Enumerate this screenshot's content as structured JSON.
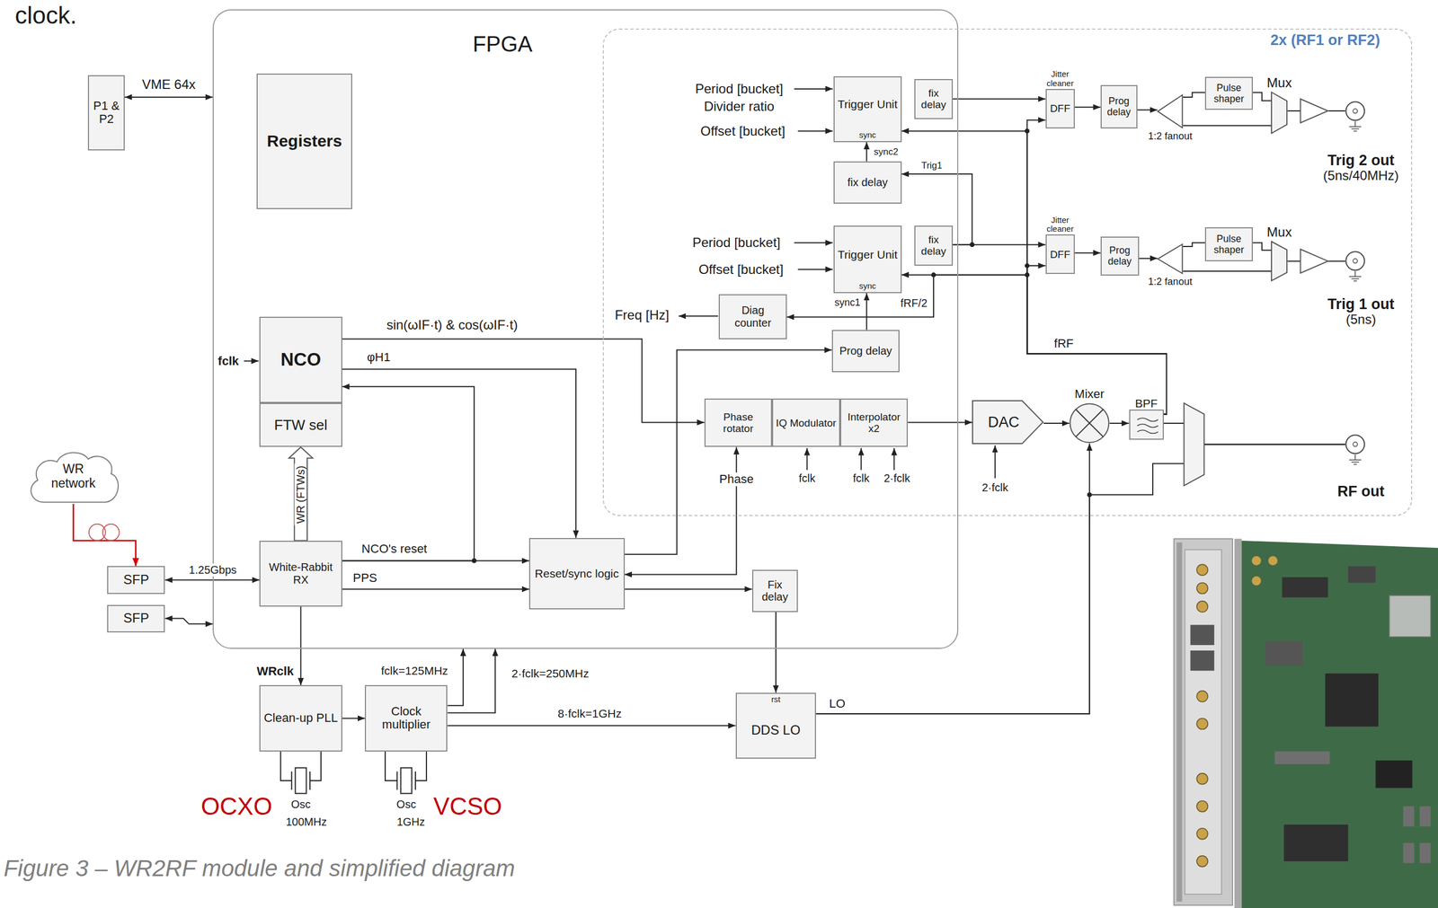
{
  "diagram": {
    "caption": "Figure 3 – WR2RF module and simplified diagram",
    "nodes": [
      {
        "text": [
          "P1 & P2"
        ]
      },
      {
        "text": [
          "FPGA"
        ]
      },
      {
        "text": [
          "Registers"
        ],
        "in": 1
      },
      {
        "text": [
          "2x (RF1 or RF2)"
        ]
      },
      {
        "text": [
          "Trigger Unit",
          "sync"
        ],
        "in": 1
      },
      {
        "text": [
          "fix delay"
        ],
        "in": 1
      },
      {
        "text": [
          "fix delay"
        ],
        "in": 1
      },
      {
        "text": [
          "Trigger Unit",
          "sync"
        ],
        "in": 1
      },
      {
        "text": [
          "fix delay"
        ],
        "in": 1
      },
      {
        "text": [
          "NCO"
        ],
        "in": 1
      },
      {
        "text": [
          "FTW sel"
        ],
        "in": 1
      },
      {
        "text": [
          "Diag counter"
        ],
        "in": 1
      },
      {
        "text": [
          "Prog delay"
        ],
        "in": 1
      },
      {
        "text": [
          "Phase rotator"
        ],
        "in": 1
      },
      {
        "text": [
          "IQ Modulator"
        ],
        "in": 1
      },
      {
        "text": [
          "Interpolator x2"
        ],
        "in": 1
      },
      {
        "text": [
          "White-Rabbit RX"
        ],
        "in": 1
      },
      {
        "text": [
          "Reset/sync logic"
        ],
        "in": 1
      },
      {
        "text": [
          "Fix delay"
        ],
        "in": 1
      },
      {
        "text": [
          "Jitter cleaner",
          "DFF"
        ],
        "in": 3
      },
      {
        "text": [
          "Prog delay"
        ],
        "in": 3
      },
      {
        "text": [
          "1:2 fanout"
        ],
        "in": 3
      },
      {
        "text": [
          "Pulse shaper"
        ],
        "in": 3
      },
      {
        "text": [
          "Mux"
        ],
        "in": 3
      },
      {
        "text": [
          "Trig 2 out",
          "(5ns/40MHz)"
        ],
        "in": 3
      },
      {
        "text": [
          "Jitter cleaner",
          "DFF"
        ],
        "in": 3
      },
      {
        "text": [
          "Prog delay"
        ],
        "in": 3
      },
      {
        "text": [
          "1:2 fanout"
        ],
        "in": 3
      },
      {
        "text": [
          "Pulse shaper"
        ],
        "in": 3
      },
      {
        "text": [
          "Mux"
        ],
        "in": 3
      },
      {
        "text": [
          "Trig 1 out",
          "(5ns)"
        ],
        "in": 3
      },
      {
        "text": [
          "DAC"
        ],
        "in": 3
      },
      {
        "text": [
          "Mixer"
        ],
        "in": 3
      },
      {
        "text": [
          "BPF"
        ],
        "in": 3
      },
      {
        "text": [
          "RF out"
        ],
        "in": 3
      },
      {
        "text": [
          "WR network"
        ]
      },
      {
        "text": [
          "SFP"
        ]
      },
      {
        "text": [
          "SFP"
        ]
      },
      {
        "text": [
          "Clean-up PLL"
        ]
      },
      {
        "text": [
          "Clock multiplier"
        ]
      },
      {
        "text": [
          "rst",
          "DDS LO"
        ]
      }
    ],
    "edges": [
      {
        "from": 0,
        "to": 1,
        "arrow": "both",
        "label": "VME 64x"
      },
      {
        "from": 35,
        "to": 36,
        "arrow": "to"
      },
      {
        "from": 36,
        "to": 16,
        "arrow": "both",
        "label": "1.25Gbps"
      },
      {
        "from": 37,
        "to": 1,
        "arrow": "both"
      },
      {
        "from": 16,
        "to": 10,
        "arrow": "to",
        "label": "WR (FTWs)"
      },
      {
        "from": 16,
        "to": 17,
        "arrow": "to",
        "label": "NCO's reset"
      },
      {
        "from": 16,
        "to": 9,
        "arrow": "to"
      },
      {
        "from": 16,
        "to": 17,
        "arrow": "to",
        "label": "PPS"
      },
      {
        "from": 9,
        "to": 13,
        "arrow": "to",
        "label": "sin(ωIF·t) & cos(ωIF·t)"
      },
      {
        "from": 9,
        "to": 17,
        "arrow": "to",
        "label": "φH1"
      },
      {
        "from": 17,
        "to": 12,
        "arrow": "to"
      },
      {
        "from": 17,
        "to": 13,
        "arrow": "both",
        "label": "Phase"
      },
      {
        "from": 15,
        "to": 31,
        "arrow": "to"
      },
      {
        "from": 31,
        "to": 32,
        "arrow": "to"
      },
      {
        "from": 32,
        "to": 33,
        "arrow": "to"
      },
      {
        "from": 33,
        "to": 34,
        "arrow": "none"
      },
      {
        "from": 40,
        "to": 32,
        "arrow": "to",
        "label": "LO"
      },
      {
        "from": 40,
        "to": 34,
        "arrow": "none"
      },
      {
        "from": 33,
        "to": 19,
        "arrow": "to",
        "label": "fRF"
      },
      {
        "from": 33,
        "to": 25,
        "arrow": "to"
      },
      {
        "from": 33,
        "to": 4,
        "arrow": "to"
      },
      {
        "from": 33,
        "to": 7,
        "arrow": "to"
      },
      {
        "from": 33,
        "to": 11,
        "arrow": "to",
        "label": "fRF/2"
      },
      {
        "from": 12,
        "to": 7,
        "arrow": "to",
        "label": "sync1"
      },
      {
        "from": 6,
        "to": 4,
        "arrow": "to",
        "label": "sync2"
      },
      {
        "from": 8,
        "to": 6,
        "arrow": "to",
        "label": "Trig1"
      },
      {
        "from": 5,
        "to": 19,
        "arrow": "to"
      },
      {
        "from": 8,
        "to": 25,
        "arrow": "to"
      },
      {
        "from": 19,
        "to": 20,
        "arrow": "to"
      },
      {
        "from": 20,
        "to": 21,
        "arrow": "to"
      },
      {
        "from": 21,
        "to": 22,
        "arrow": "none"
      },
      {
        "from": 21,
        "to": 23,
        "arrow": "none"
      },
      {
        "from": 22,
        "to": 23,
        "arrow": "none"
      },
      {
        "from": 23,
        "to": 24,
        "arrow": "none"
      },
      {
        "from": 25,
        "to": 26,
        "arrow": "to"
      },
      {
        "from": 26,
        "to": 27,
        "arrow": "to"
      },
      {
        "from": 27,
        "to": 28,
        "arrow": "none"
      },
      {
        "from": 27,
        "to": 29,
        "arrow": "none"
      },
      {
        "from": 28,
        "to": 29,
        "arrow": "none"
      },
      {
        "from": 29,
        "to": 30,
        "arrow": "none"
      },
      {
        "from": 16,
        "to": 38,
        "arrow": "to",
        "label": "WRclk"
      },
      {
        "from": 38,
        "to": 39,
        "arrow": "to"
      },
      {
        "from": 39,
        "to": 1,
        "arrow": "to",
        "label": "fclk=125MHz"
      },
      {
        "from": 39,
        "to": 1,
        "arrow": "to",
        "label": "2·fclk=250MHz"
      },
      {
        "from": 39,
        "to": 40,
        "arrow": "to",
        "label": "8·fclk=1GHz"
      },
      {
        "from": 17,
        "to": 18,
        "arrow": "to"
      },
      {
        "from": 18,
        "to": 40,
        "arrow": "to"
      }
    ],
    "labels": [
      "clock.",
      "Period [bucket]",
      "Divider ratio",
      "Offset [bucket]",
      "Period [bucket]",
      "Offset [bucket]",
      "Freq [Hz]",
      "fclk",
      "fclk",
      "fclk",
      "2·fclk",
      "2·fclk",
      "Osc",
      "100MHz",
      "OCXO",
      "Osc",
      "1GHz",
      "VCSO"
    ]
  }
}
